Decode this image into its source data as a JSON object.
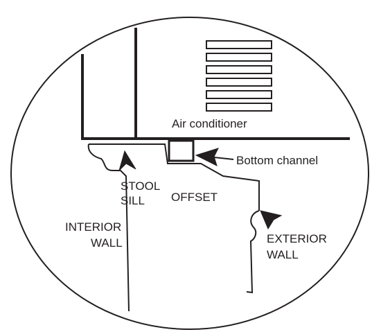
{
  "labels": {
    "air_conditioner": "Air conditioner",
    "bottom_channel": "Bottom channel",
    "stool_line1": "STOOL",
    "stool_line2": "SILL",
    "offset": "OFFSET",
    "interior_line1": "INTERIOR",
    "interior_line2": "WALL",
    "exterior_line1": "EXTERIOR",
    "exterior_line2": "WALL"
  },
  "colors": {
    "line": "#231f20",
    "background": "#ffffff"
  }
}
